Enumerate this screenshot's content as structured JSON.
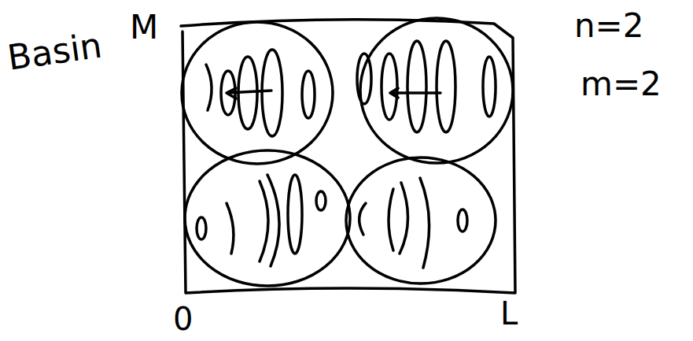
{
  "diagram": {
    "labels": [
      "Basin",
      "M",
      "n=2",
      "m=2",
      "0",
      "L"
    ]
  }
}
